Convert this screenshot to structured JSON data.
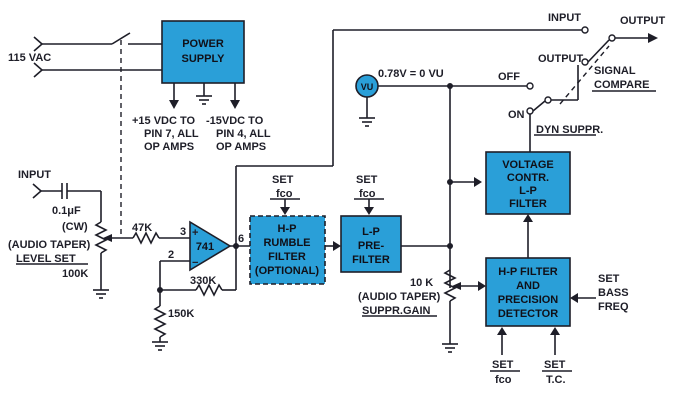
{
  "blocks": {
    "power_supply": [
      "POWER",
      "SUPPLY"
    ],
    "opamp": "741",
    "hp_rumble": [
      "H-P",
      "RUMBLE",
      "FILTER",
      "(OPTIONAL)"
    ],
    "lp_prefilter": [
      "L-P",
      "PRE-",
      "FILTER"
    ],
    "vc_lp": [
      "VOLTAGE",
      "CONTR.",
      "L-P",
      "FILTER"
    ],
    "hp_detector": [
      "H-P FILTER",
      "AND",
      "PRECISION",
      "DETECTOR"
    ],
    "vu_meter": "VU"
  },
  "labels": {
    "ac_in": "115 VAC",
    "plus15": [
      "+15 VDC TO",
      "PIN 7, ALL",
      "OP AMPS"
    ],
    "minus15": [
      "-15VDC TO",
      "PIN 4, ALL",
      "OP AMPS"
    ],
    "input_left": "INPUT",
    "cap": "0.1μF",
    "cw": "(CW)",
    "audio_taper": "(AUDIO TAPER)",
    "level_set": "LEVEL SET",
    "pot_100k": "100K",
    "r47k": "47K",
    "pin3": "3",
    "pin2": "2",
    "pin6": "6",
    "r330k": "330K",
    "r150k": "150K",
    "set_fco_1": [
      "SET",
      "fco"
    ],
    "set_fco_2": [
      "SET",
      "fco"
    ],
    "set_fco_3": [
      "SET",
      "fco"
    ],
    "set_tc": [
      "SET",
      "T.C."
    ],
    "set_bass": [
      "SET",
      "BASS",
      "FREQ"
    ],
    "vu_level": "0.78V = 0 VU",
    "off": "OFF",
    "on": "ON",
    "dyn_suppr": "DYN SUPPR.",
    "input_top": "INPUT",
    "output_top": "OUTPUT",
    "output_mid": "OUTPUT",
    "signal_compare": [
      "SIGNAL",
      "COMPARE"
    ],
    "pot_10k": "10 K",
    "audio_taper_2": "(AUDIO TAPER)",
    "suppr_gain": "SUPPR.GAIN"
  },
  "colors": {
    "block_fill": "#2a9fd8",
    "line": "#1e1e28"
  }
}
